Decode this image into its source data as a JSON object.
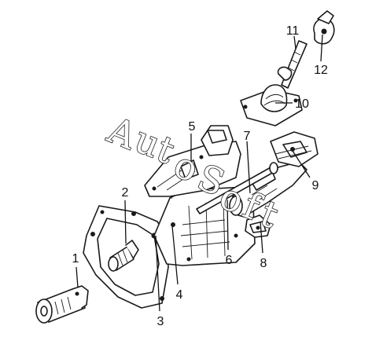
{
  "callouts": [
    {
      "id": "c1",
      "label": "1"
    },
    {
      "id": "c2",
      "label": "2"
    },
    {
      "id": "c3",
      "label": "3"
    },
    {
      "id": "c4",
      "label": "4"
    },
    {
      "id": "c5",
      "label": "5"
    },
    {
      "id": "c6",
      "label": "6"
    },
    {
      "id": "c7",
      "label": "7"
    },
    {
      "id": "c8",
      "label": "8"
    },
    {
      "id": "c9",
      "label": "9"
    },
    {
      "id": "c10",
      "label": "10"
    },
    {
      "id": "c11",
      "label": "11"
    },
    {
      "id": "c12",
      "label": "12"
    }
  ],
  "watermark": {
    "letters": [
      "A",
      "u",
      "t",
      "o",
      "S",
      "o",
      "f",
      "t"
    ]
  },
  "colors": {
    "ink": "#1a1a1a",
    "paper": "#ffffff"
  }
}
